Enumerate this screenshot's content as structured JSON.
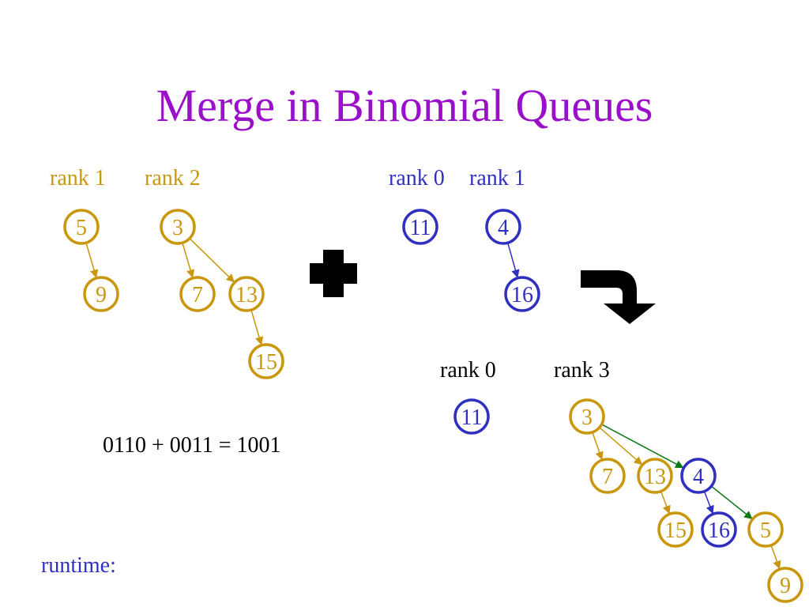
{
  "title": "Merge in Binomial Queues",
  "colors": {
    "title": "#9a0fc9",
    "queue_a": "#c9970c",
    "queue_b": "#3030c0",
    "link": "#0b7a14",
    "ink": "#000000"
  },
  "labels": {
    "a_rank1": "rank 1",
    "a_rank2": "rank 2",
    "b_rank0": "rank 0",
    "b_rank1": "rank 1",
    "r_rank0": "rank 0",
    "r_rank3": "rank 3"
  },
  "operator": "plus-icon",
  "result_arrow": "curved-arrow-down-icon",
  "equation": "0110 + 0011 = 1001",
  "runtime_label": "runtime:",
  "nodes": [
    {
      "id": "a1",
      "value": "5",
      "queue": "a"
    },
    {
      "id": "a2",
      "value": "9",
      "queue": "a"
    },
    {
      "id": "a3",
      "value": "3",
      "queue": "a"
    },
    {
      "id": "a4",
      "value": "7",
      "queue": "a"
    },
    {
      "id": "a5",
      "value": "13",
      "queue": "a"
    },
    {
      "id": "a6",
      "value": "15",
      "queue": "a"
    },
    {
      "id": "b1",
      "value": "11",
      "queue": "b"
    },
    {
      "id": "b2",
      "value": "4",
      "queue": "b"
    },
    {
      "id": "b3",
      "value": "16",
      "queue": "b"
    },
    {
      "id": "r1",
      "value": "11",
      "queue": "b"
    },
    {
      "id": "r2",
      "value": "3",
      "queue": "a"
    },
    {
      "id": "r3",
      "value": "7",
      "queue": "a"
    },
    {
      "id": "r4",
      "value": "13",
      "queue": "a"
    },
    {
      "id": "r5",
      "value": "4",
      "queue": "b"
    },
    {
      "id": "r6",
      "value": "15",
      "queue": "a"
    },
    {
      "id": "r7",
      "value": "16",
      "queue": "b"
    },
    {
      "id": "r8",
      "value": "5",
      "queue": "a"
    },
    {
      "id": "r9",
      "value": "9",
      "queue": "a"
    }
  ],
  "edges": [
    {
      "from": "a1",
      "to": "a2",
      "color": "a"
    },
    {
      "from": "a3",
      "to": "a4",
      "color": "a"
    },
    {
      "from": "a3",
      "to": "a5",
      "color": "a"
    },
    {
      "from": "a5",
      "to": "a6",
      "color": "a"
    },
    {
      "from": "b2",
      "to": "b3",
      "color": "b"
    },
    {
      "from": "r2",
      "to": "r3",
      "color": "a"
    },
    {
      "from": "r2",
      "to": "r4",
      "color": "a"
    },
    {
      "from": "r2",
      "to": "r5",
      "color": "link"
    },
    {
      "from": "r4",
      "to": "r6",
      "color": "a"
    },
    {
      "from": "r5",
      "to": "r7",
      "color": "b"
    },
    {
      "from": "r5",
      "to": "r8",
      "color": "link"
    },
    {
      "from": "r8",
      "to": "r9",
      "color": "a"
    }
  ]
}
